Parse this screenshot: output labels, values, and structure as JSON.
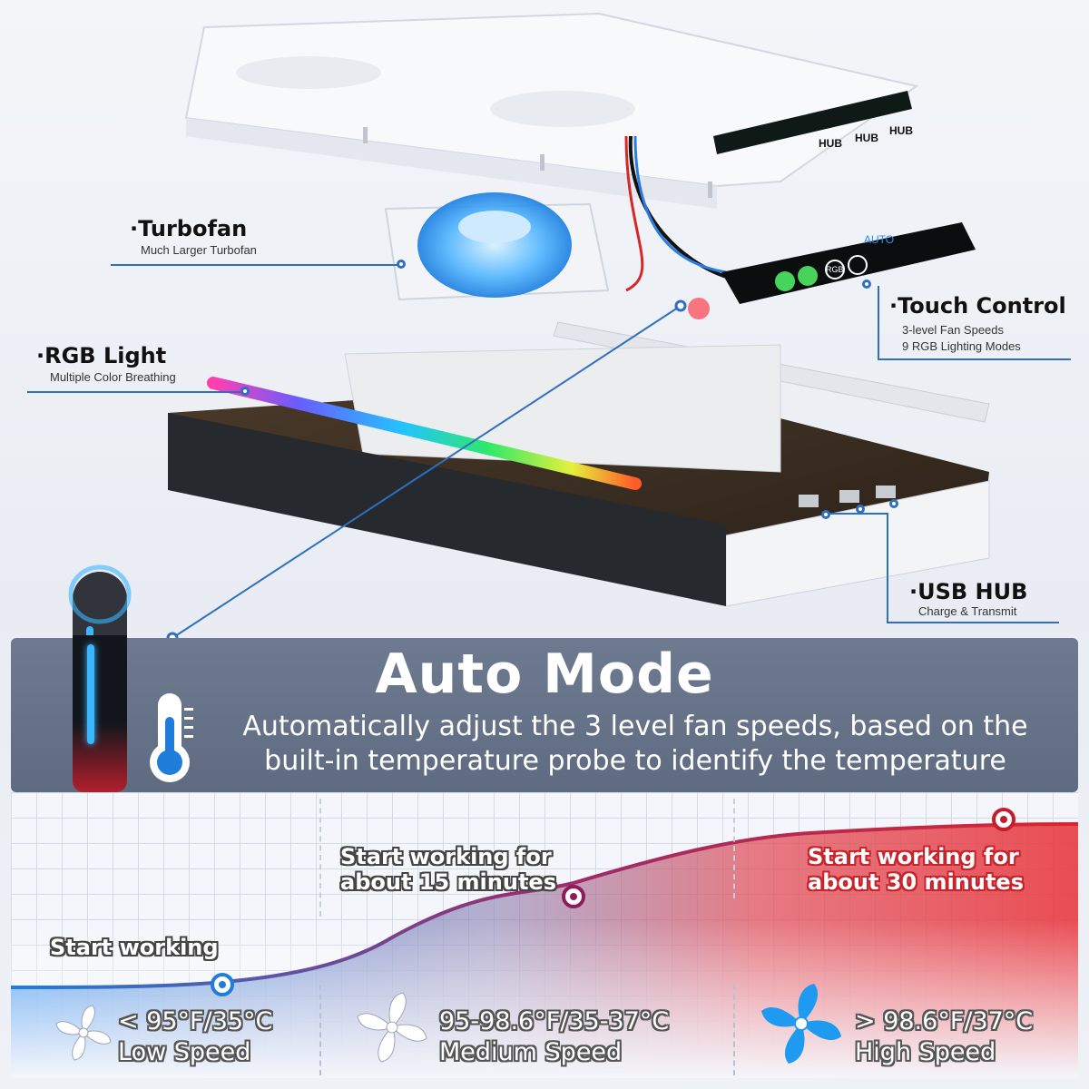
{
  "callouts": {
    "turbofan": {
      "title": "·Turbofan",
      "subtitle": "Much Larger Turbofan"
    },
    "touch": {
      "title": "·Touch Control",
      "line1": "3-level Fan Speeds",
      "line2": "9 RGB Lighting Modes"
    },
    "rgb": {
      "title": "·RGB Light",
      "subtitle": "Multiple Color Breathing"
    },
    "usb": {
      "title": "·USB HUB",
      "subtitle": "Charge & Transmit"
    }
  },
  "device": {
    "hub_labels": [
      "HUB",
      "HUB",
      "HUB"
    ],
    "panel_auto_label": "AUTO",
    "panel_rgb_label": "RGB"
  },
  "auto_mode": {
    "title": "Auto Mode",
    "description": "Automatically adjust the 3 level fan speeds, based on the built-in temperature probe to identify the temperature"
  },
  "stages": [
    {
      "label_line1": "Start working",
      "label_line2": "",
      "temp": "< 95°F/35°C",
      "speed": "Low Speed"
    },
    {
      "label_line1": "Start working for",
      "label_line2": "about 15 minutes",
      "temp": "95-98.6°F/35-37°C",
      "speed": "Medium Speed"
    },
    {
      "label_line1": "Start working for",
      "label_line2": "about 30 minutes",
      "temp": "> 98.6°F/37°C",
      "speed": "High Speed"
    }
  ],
  "icons": {
    "thermometer": "thermometer-icon",
    "fan": "fan-icon",
    "probe": "temperature-probe-icon"
  },
  "colors": {
    "accent": "#2f6fc0",
    "hot": "#d32a33",
    "cool": "#1e7ed9",
    "panel": "#667388"
  }
}
